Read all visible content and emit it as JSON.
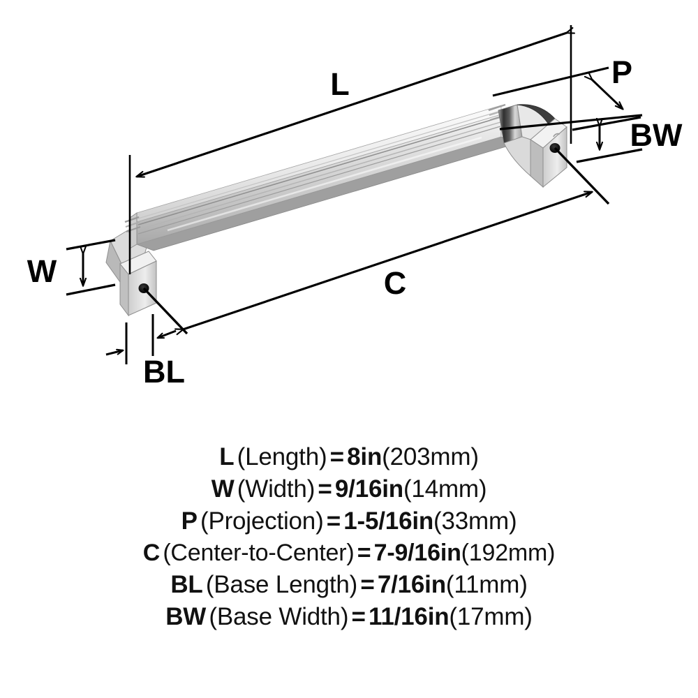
{
  "sheet": {
    "background_color": "#ffffff",
    "ink_color": "#000000"
  },
  "drawing": {
    "title": "Cabinet pull dimension diagram",
    "product": "appliance pull handle",
    "finish_colors": {
      "bar_light": "#e4e4e4",
      "bar_mid": "#c9c9c9",
      "bar_dark": "#9a9a9a",
      "foot_light": "#efefef",
      "foot_shadow": "#a5a5a5",
      "screw_hole": "#111111"
    },
    "callouts": [
      {
        "key": "L",
        "label": "L",
        "type": "single-arrow-dimension"
      },
      {
        "key": "P",
        "label": "P",
        "type": "double-arrow-dimension"
      },
      {
        "key": "BW",
        "label": "BW",
        "type": "double-arrow-dimension"
      },
      {
        "key": "C",
        "label": "C",
        "type": "double-arrow-dimension"
      },
      {
        "key": "W",
        "label": "W",
        "type": "double-arrow-dimension"
      },
      {
        "key": "BL",
        "label": "BL",
        "type": "outward-arrow-dimension"
      }
    ]
  },
  "specs": [
    {
      "code": "L",
      "name": "(Length)",
      "eq": "=",
      "value": "8in",
      "metric": "(203mm)"
    },
    {
      "code": "W",
      "name": "(Width)",
      "eq": "=",
      "value": "9/16in",
      "metric": "(14mm)"
    },
    {
      "code": "P",
      "name": "(Projection)",
      "eq": "=",
      "value": "1-5/16in",
      "metric": "(33mm)"
    },
    {
      "code": "C",
      "name": "(Center-to-Center)",
      "eq": "=",
      "value": "7-9/16in",
      "metric": "(192mm)"
    },
    {
      "code": "BL",
      "name": "(Base Length)",
      "eq": "=",
      "value": "7/16in",
      "metric": "(11mm)"
    },
    {
      "code": "BW",
      "name": "(Base Width)",
      "eq": "=",
      "value": "11/16in",
      "metric": "(17mm)"
    }
  ]
}
